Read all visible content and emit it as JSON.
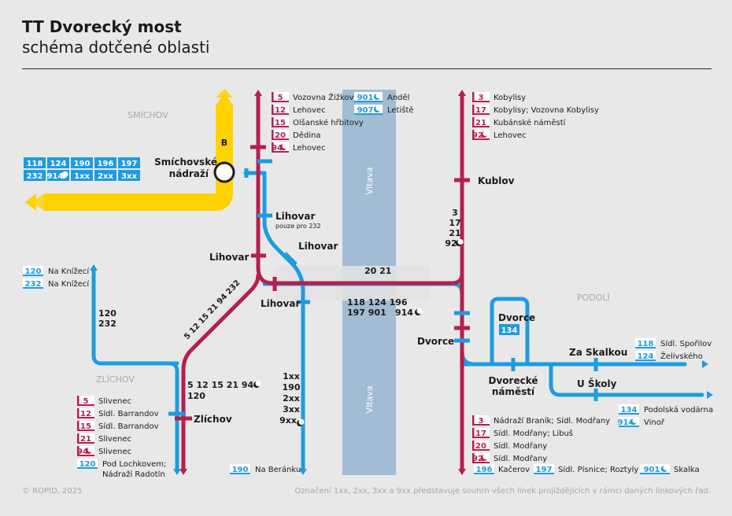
{
  "header": {
    "title": "TT Dvorecký most",
    "subtitle": "schéma dotčené oblasti"
  },
  "footer": {
    "copyright": "© ROPID, 2025",
    "note": "Označení 1xx, 2xx, 3xx a 9xx představuje souhrn všech linek projíždějících v rámci daných linkových řad."
  },
  "colors": {
    "background": "#e8e8e8",
    "tram": "#b51f4d",
    "bus": "#1f9be0",
    "metro_b": "#ffd200",
    "river": "#a2bcd3",
    "area_label": "#a9a9a9"
  },
  "areas": {
    "smichov": "SMÍCHOV",
    "podoli": "PODOLÍ",
    "zlichov": "ZLÍCHOV"
  },
  "river": {
    "label": "Vltava"
  },
  "metro": {
    "line": "B",
    "station": "Smíchovské nádraží"
  },
  "stops": {
    "smichovske_nadrazi": "Smíchovské nádraží",
    "lihovar_bus_top": "Lihovar",
    "lihovar_bus_note": "pouze pro 232",
    "lihovar_bus_diag": "Lihovar",
    "lihovar_tram": "Lihovar",
    "lihovar_bottom": "Lihovar",
    "kublov": "Kublov",
    "dvorce_tram": "Dvorce",
    "dvorce_loop": "Dvorce",
    "dvorecke_namesti": "Dvorecké náměstí",
    "za_skalkou": "Za Skalkou",
    "u_skoly": "U Školy",
    "zlichov": "Zlíchov"
  },
  "smichov_bus_badges": [
    {
      "text": "118",
      "night": false
    },
    {
      "text": "124",
      "night": false
    },
    {
      "text": "190",
      "night": false
    },
    {
      "text": "196",
      "night": false
    },
    {
      "text": "197",
      "night": false
    },
    {
      "text": "232",
      "night": false
    },
    {
      "text": "914",
      "night": true
    },
    {
      "text": "1xx",
      "night": false
    },
    {
      "text": "2xx",
      "night": false
    },
    {
      "text": "3xx",
      "night": false
    }
  ],
  "legend_top_middle_tram": [
    {
      "line": "5",
      "night": false,
      "dest": "Vozovna Žižkov"
    },
    {
      "line": "12",
      "night": false,
      "dest": "Lehovec"
    },
    {
      "line": "15",
      "night": false,
      "dest": "Olšanské hřbitovy"
    },
    {
      "line": "20",
      "night": false,
      "dest": "Dědina"
    },
    {
      "line": "94",
      "night": true,
      "dest": "Lehovec"
    }
  ],
  "legend_top_middle_bus": [
    {
      "line": "901",
      "night": true,
      "dest": "Anděl"
    },
    {
      "line": "907",
      "night": true,
      "dest": "Letiště"
    }
  ],
  "legend_top_right_tram": [
    {
      "line": "3",
      "night": false,
      "dest": "Kobylisy"
    },
    {
      "line": "17",
      "night": false,
      "dest": "Kobylisy; Vozovna Kobylisy"
    },
    {
      "line": "21",
      "night": false,
      "dest": "Kubánské náměstí"
    },
    {
      "line": "92",
      "night": true,
      "dest": "Lehovec"
    }
  ],
  "legend_left_bus": [
    {
      "line": "120",
      "night": false,
      "dest": "Na Knížecí"
    },
    {
      "line": "232",
      "night": false,
      "dest": "Na Knížecí"
    }
  ],
  "legend_bottom_left_tram": [
    {
      "line": "5",
      "night": false,
      "dest": "Slivenec"
    },
    {
      "line": "12",
      "night": false,
      "dest": "Sídl. Barrandov"
    },
    {
      "line": "15",
      "night": false,
      "dest": "Sídl. Barrandov"
    },
    {
      "line": "21",
      "night": false,
      "dest": "Slivenec"
    },
    {
      "line": "94",
      "night": true,
      "dest": "Slivenec"
    }
  ],
  "legend_bottom_left_bus": [
    {
      "line": "120",
      "night": false,
      "dest1": "Pod Lochkovem;",
      "dest2": "Nádraží Radotín"
    }
  ],
  "legend_bottom_middle_bus": [
    {
      "line": "190",
      "night": false,
      "dest": "Na Beránku"
    }
  ],
  "legend_bottom_right_tram": [
    {
      "line": "3",
      "night": false,
      "dest": "Nádraží Braník; Sídl. Modřany"
    },
    {
      "line": "17",
      "night": false,
      "dest": "Sídl. Modřany; Libuš"
    },
    {
      "line": "20",
      "night": false,
      "dest": "Sídl. Modřany"
    },
    {
      "line": "92",
      "night": true,
      "dest": "Sídl. Modřany"
    }
  ],
  "legend_bottom_right_bus": [
    {
      "line": "196",
      "night": false,
      "dest": "Kačerov"
    },
    {
      "line": "197",
      "night": false,
      "dest": "Sídl. Písnice; Roztyly"
    },
    {
      "line": "901",
      "night": true,
      "dest": "Skalka"
    }
  ],
  "legend_right_bus": [
    {
      "line": "118",
      "night": false,
      "dest": "Sídl. Spořilov"
    },
    {
      "line": "124",
      "night": false,
      "dest": "Želivského"
    }
  ],
  "legend_right_lower_bus": [
    {
      "line": "134",
      "night": false,
      "dest": "Podolská vodárna"
    },
    {
      "line": "914",
      "night": true,
      "dest": "Vinoř"
    }
  ],
  "badge_dvorce": "134",
  "route_labels": {
    "bridge_tram": "20 21",
    "bridge_bus_1": "118 124 196",
    "bridge_bus_2": "197 901",
    "bridge_bus_2b": "914",
    "kublov_tram": [
      "3",
      "17",
      "21",
      "92"
    ],
    "left_bus": [
      "120",
      "232"
    ],
    "zlichov_tram": "5 12 15 21 94",
    "zlichov_bus": "120",
    "mid_bus": [
      "1xx",
      "190",
      "2xx",
      "3xx",
      "9xx"
    ],
    "diag_tram": [
      "5",
      "12",
      "15",
      "21",
      "94",
      "232"
    ]
  }
}
